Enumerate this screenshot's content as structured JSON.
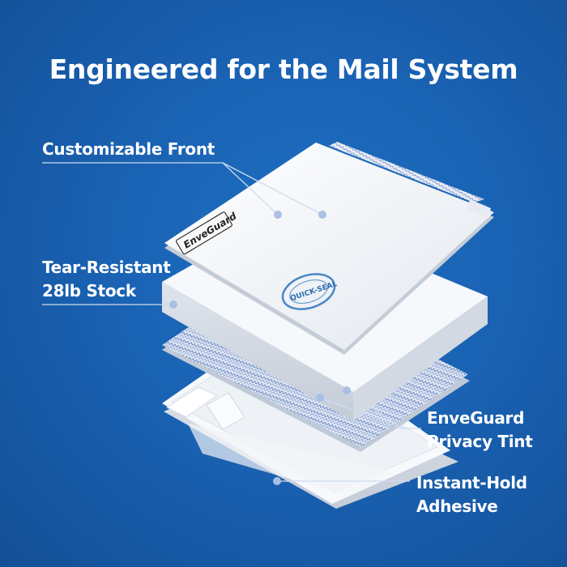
{
  "headline": "Engineered for the Mail System",
  "callouts": {
    "customizable_front": {
      "lines": [
        "Customizable Front"
      ]
    },
    "tear_resistant": {
      "lines": [
        "Tear-Resistant",
        "28lb Stock"
      ]
    },
    "privacy_tint": {
      "lines": [
        "EnveGuard",
        "Privacy Tint"
      ]
    },
    "adhesive": {
      "lines": [
        "Instant-Hold",
        "Adhesive"
      ]
    }
  },
  "envelope": {
    "brand_logo": "EnveGuard",
    "seal_badge": "QUICK-SEAL"
  },
  "colors": {
    "background": "#1a62b3",
    "text": "#ffffff",
    "envelope_white": "#f4f6f9",
    "tint_pattern": "#7c95c9",
    "callout_line": "#c9d8ee"
  }
}
